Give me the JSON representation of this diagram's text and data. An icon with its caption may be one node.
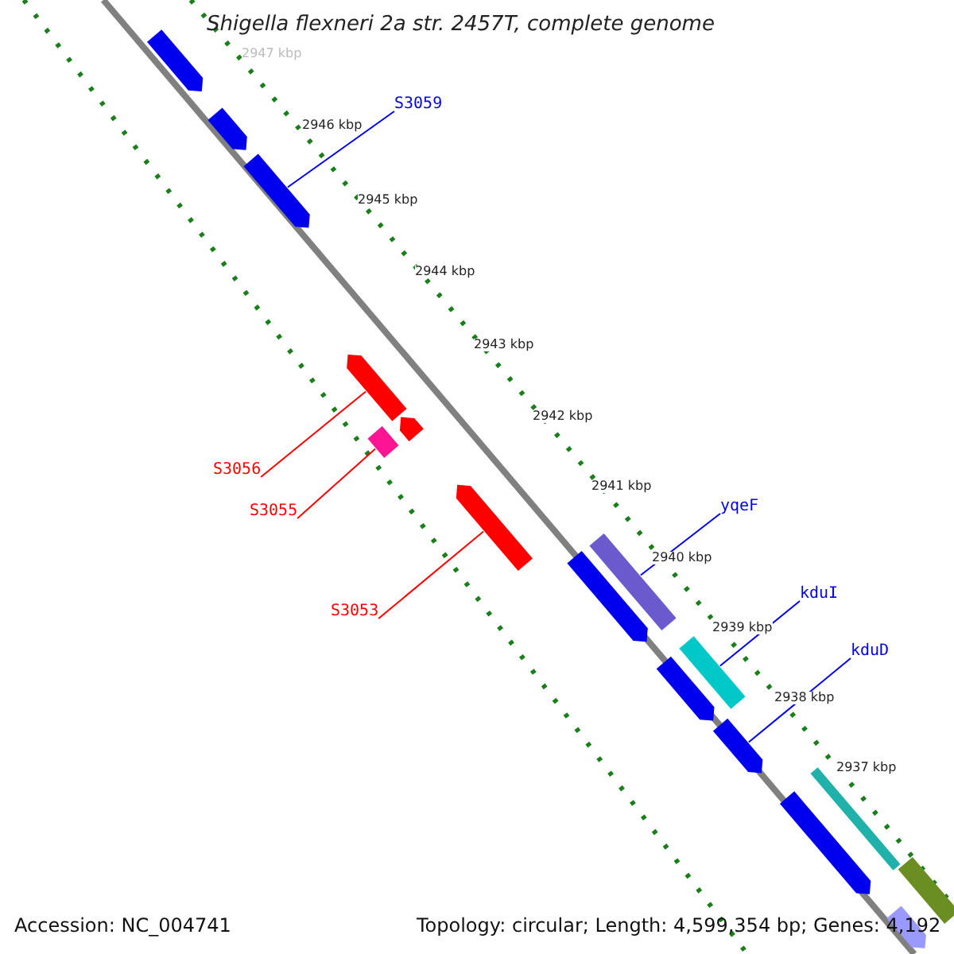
{
  "diagram": {
    "title": "Shigella flexneri 2a str. 2457T, complete genome",
    "nodes": [
      {
        "text": [
          "S3059"
        ]
      },
      {
        "text": [
          "yqeF"
        ]
      },
      {
        "text": [
          "kduI"
        ]
      },
      {
        "text": [
          "kduD"
        ]
      },
      {
        "text": [
          "S3056"
        ]
      },
      {
        "text": [
          "S3055"
        ]
      },
      {
        "text": [
          "S3053"
        ]
      },
      {
        "text": [],
        "shape": "arrow"
      },
      {
        "text": [],
        "shape": "arrow"
      },
      {
        "text": [],
        "shape": "arrow"
      },
      {
        "text": [],
        "shape": "arrow"
      },
      {
        "text": [],
        "shape": "arrow"
      },
      {
        "text": [],
        "shape": "box"
      },
      {
        "text": [],
        "shape": "arrow"
      },
      {
        "text": [],
        "shape": "arrow"
      },
      {
        "text": [],
        "shape": "box"
      },
      {
        "text": [],
        "shape": "arrow"
      },
      {
        "text": [],
        "shape": "box"
      },
      {
        "text": [],
        "shape": "arrow"
      },
      {
        "text": [],
        "shape": "arrow"
      },
      {
        "text": [],
        "shape": "box"
      },
      {
        "text": [],
        "shape": "box"
      },
      {
        "text": [],
        "shape": "arrow"
      }
    ],
    "edges": [
      {
        "from": 0,
        "to": 9,
        "arrow": "none"
      },
      {
        "from": 1,
        "to": 15,
        "arrow": "none"
      },
      {
        "from": 2,
        "to": 17,
        "arrow": "none"
      },
      {
        "from": 3,
        "to": 18,
        "arrow": "none"
      },
      {
        "from": 4,
        "to": 10,
        "arrow": "none",
        "color": "#ff0000"
      },
      {
        "from": 5,
        "to": 12,
        "arrow": "none",
        "color": "#ff0000"
      },
      {
        "from": 6,
        "to": 13,
        "arrow": "none",
        "color": "#ff0000"
      }
    ],
    "labels": [
      "2947 kbp",
      "2946 kbp",
      "2945 kbp",
      "2944 kbp",
      "2943 kbp",
      "2942 kbp",
      "2941 kbp",
      "2940 kbp",
      "2939 kbp",
      "2938 kbp",
      "2937 kbp",
      "Accession: NC_004741",
      "Topology: circular; Length: 4,599,354 bp; Genes: 4,192"
    ]
  }
}
